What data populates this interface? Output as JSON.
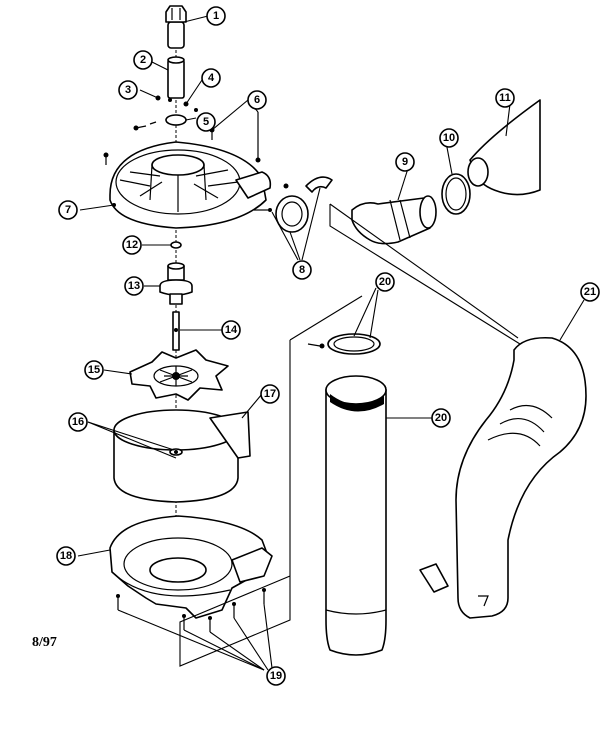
{
  "diagram": {
    "date_code": "8/97",
    "callouts": [
      "1",
      "2",
      "3",
      "4",
      "5",
      "6",
      "7",
      "8",
      "9",
      "10",
      "11",
      "12",
      "13",
      "14",
      "15",
      "16",
      "17",
      "18",
      "19",
      "20",
      "21"
    ]
  }
}
